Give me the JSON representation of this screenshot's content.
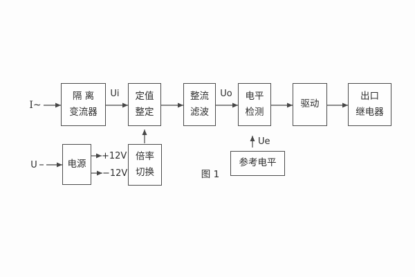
{
  "figure": {
    "caption": "图 1",
    "background_color": "#fdfdfd",
    "line_color": "#474747",
    "text_color": "#2d2d2d"
  },
  "labels": {
    "current_input": "I~",
    "voltage_input": "U",
    "signal_ui": "Ui",
    "signal_uo": "Uo",
    "signal_ue": "Ue",
    "supply_positive": "+12V",
    "supply_negative": "−12V"
  },
  "blocks": {
    "isolation_transformer": {
      "line1": "隔 离",
      "line2": "变流器"
    },
    "setting_adjust": {
      "line1": "定值",
      "line2": "整定"
    },
    "rectifier_filter": {
      "line1": "整流",
      "line2": "滤波"
    },
    "level_detector": {
      "line1": "电平",
      "line2": "检测"
    },
    "driver": {
      "line1": "驱动"
    },
    "output_relay": {
      "line1": "出口",
      "line2": "继电器"
    },
    "power_supply": {
      "line1": "电源"
    },
    "ratio_switch": {
      "line1": "倍率",
      "line2": "切换"
    },
    "reference_level": {
      "line1": "参考电平"
    }
  }
}
